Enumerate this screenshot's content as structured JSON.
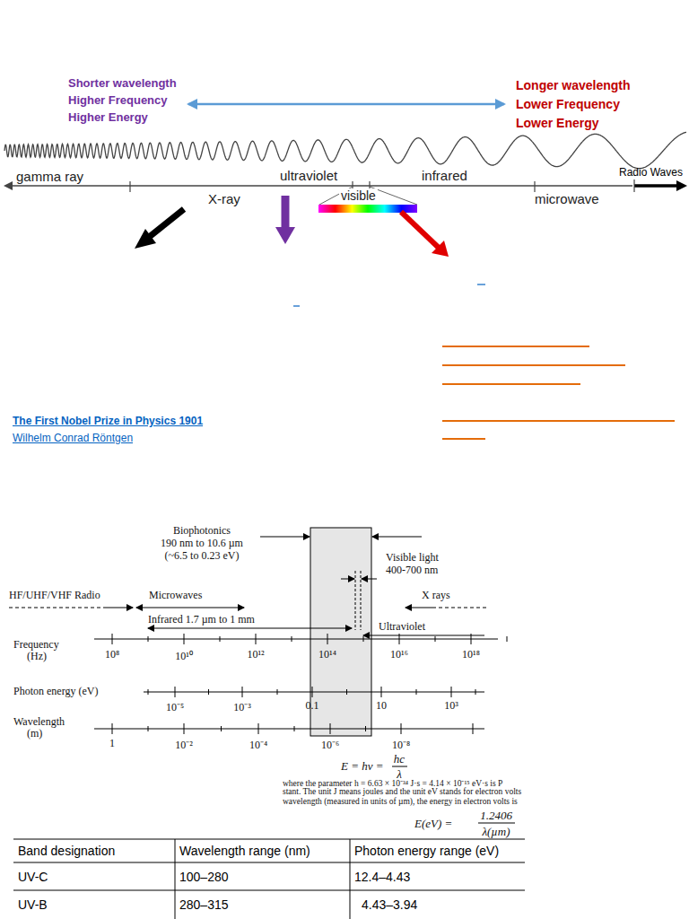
{
  "diagram": {
    "labels": [
      "Shorter wavelength",
      "Higher Frequency",
      "Higher Energy",
      "Longer wavelength",
      "Lower Frequency",
      "Lower Energy",
      "gamma ray",
      "X-ray",
      "ultraviolet",
      "visible",
      "infrared",
      "microwave",
      "Radio Waves",
      "The First Nobel Prize in Physics 1901",
      "Wilhelm Conrad Röntgen",
      "Biophotonics",
      "190 nm to 10.6 µm",
      "(~6.5 to 0.23 eV)",
      "Visible light",
      "400-700 nm",
      "HF/UHF/VHF Radio",
      "Microwaves",
      "X rays",
      "Infrared 1.7 µm to 1 mm",
      "Ultraviolet",
      "Frequency",
      "(Hz)",
      "10⁸",
      "10¹⁰",
      "10¹²",
      "10¹⁴",
      "10¹⁶",
      "10¹⁸",
      "Photon energy (eV)",
      "10⁻⁵",
      "10⁻³",
      "0.1",
      "10",
      "10³",
      "Wavelength",
      "(m)",
      "1",
      "10⁻²",
      "10⁻⁴",
      "10⁻⁶",
      "10⁻⁸",
      "E = hν =",
      "hc",
      "λ",
      "where the parameter h = 6.63 × 10⁻³⁴ J·s = 4.14 × 10⁻¹⁵ eV·s is P",
      "stant. The unit J means joules and the unit eV stands for electron volts",
      "wavelength (measured in units of µm), the energy in electron volts is",
      "E(eV) =",
      "1.2406",
      "λ(µm)",
      "Band designation",
      "Wavelength range (nm)",
      "Photon energy range (eV)",
      "UV-C",
      "100–280",
      "12.4–4.43",
      "UV-B",
      "280–315",
      "4.43–3.94"
    ]
  }
}
